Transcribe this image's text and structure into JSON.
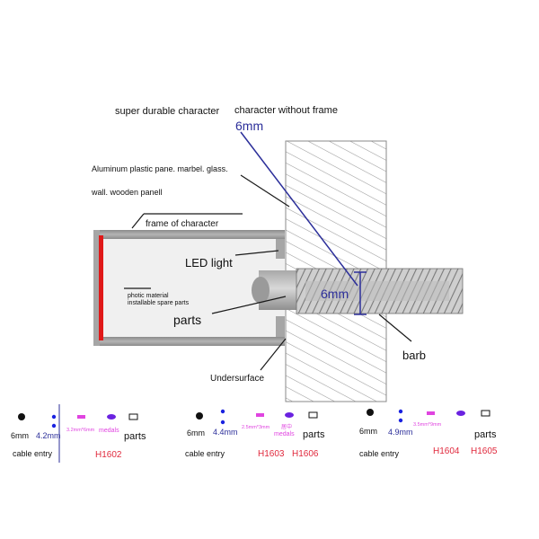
{
  "labels": {
    "super_durable": "super durable character",
    "without_frame": "character without frame",
    "six_mm_top": "6mm",
    "aluminum_line1": "Aluminum plastic pane. marbel. glass.",
    "aluminum_line2": "wall. wooden panell",
    "frame_of_character": "frame of character",
    "led_light": "LED light",
    "photic_line1": "photic material",
    "photic_line2": "installable spare parts",
    "parts": "parts",
    "six_mm_bolt": "6mm",
    "barb": "barb",
    "undersurface": "Undersurface"
  },
  "specs": [
    {
      "size_6mm": "6mm",
      "size_small": "4.2mm",
      "slot": "3.2mm*6mm",
      "note": "medals",
      "parts": "parts",
      "cable_entry": "cable entry",
      "codes": [
        "H1602"
      ]
    },
    {
      "size_6mm": "6mm",
      "size_small": "4.4mm",
      "slot": "2.5mm*3mm",
      "note": "居中",
      "note2": "medals",
      "parts": "parts",
      "cable_entry": "cable entry",
      "codes": [
        "H1603",
        "H1606"
      ]
    },
    {
      "size_6mm": "6mm",
      "size_small": "4.9mm",
      "slot": "3.5mm*9mm",
      "parts": "parts",
      "cable_entry": "cable entry",
      "codes": [
        "H1604",
        "H1605"
      ]
    }
  ],
  "colors": {
    "accent_blue": "#2c2f9a",
    "red_code": "#e0283c",
    "magenta": "#e044e0",
    "led_red": "#e01818"
  }
}
